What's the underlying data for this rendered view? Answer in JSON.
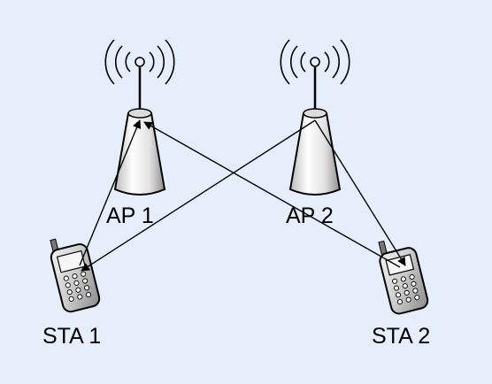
{
  "diagram": {
    "colors": {
      "background": "#e6eefc",
      "line": "#000000",
      "device_fill_light": "#ffffff",
      "device_fill_dark": "#9a9a9a"
    },
    "nodes": [
      {
        "id": "ap1",
        "kind": "access-point",
        "label": "AP 1"
      },
      {
        "id": "ap2",
        "kind": "access-point",
        "label": "AP 2"
      },
      {
        "id": "sta1",
        "kind": "station-phone",
        "label": "STA 1"
      },
      {
        "id": "sta2",
        "kind": "station-phone",
        "label": "STA 2"
      }
    ],
    "links": [
      {
        "from": "sta1",
        "to": "ap1"
      },
      {
        "from": "ap2",
        "to": "sta1"
      },
      {
        "from": "sta2",
        "to": "ap1"
      },
      {
        "from": "ap2",
        "to": "sta2"
      }
    ]
  }
}
